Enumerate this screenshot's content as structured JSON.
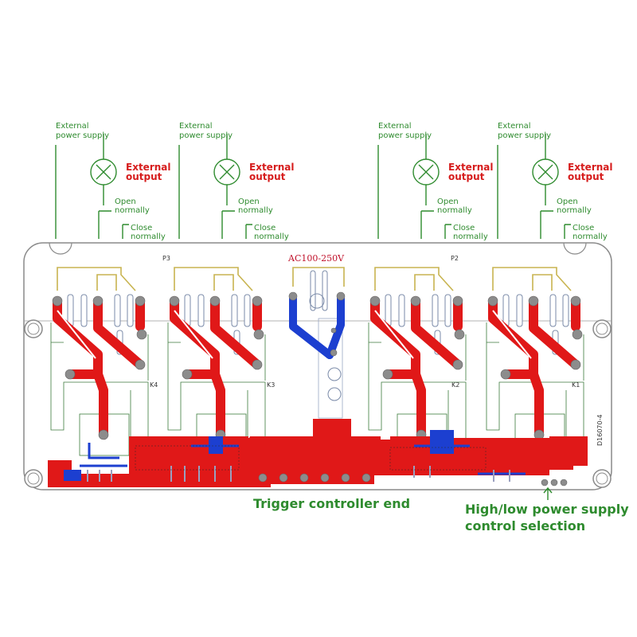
{
  "channels": [
    {
      "ext_power": [
        "External",
        "power supply"
      ],
      "ext_output": [
        "External",
        "output"
      ],
      "open": [
        "Open",
        "normally"
      ],
      "close": [
        "Close",
        "normally"
      ]
    },
    {
      "ext_power": [
        "External",
        "power supply"
      ],
      "ext_output": [
        "External",
        "output"
      ],
      "open": [
        "Open",
        "normally"
      ],
      "close": [
        "Close",
        "normally"
      ]
    },
    {
      "ext_power": [
        "External",
        "power supply"
      ],
      "ext_output": [
        "External",
        "output"
      ],
      "open": [
        "Open",
        "normally"
      ],
      "close": [
        "Close",
        "normally"
      ]
    },
    {
      "ext_power": [
        "External",
        "power supply"
      ],
      "ext_output": [
        "External",
        "output"
      ],
      "open": [
        "Open",
        "normally"
      ],
      "close": [
        "Close",
        "normally"
      ]
    }
  ],
  "board": {
    "ac_label": "AC100-250V",
    "p3": "P3",
    "p2": "P2",
    "relays": [
      "K4",
      "K3",
      "K2",
      "K1"
    ],
    "code": "D16070-4"
  },
  "bottom": {
    "trigger": "Trigger controller end",
    "highlow": [
      "High/low power supply",
      "control selection"
    ]
  },
  "colors": {
    "trace_red": "#e01818",
    "trace_blue": "#1c3fd0",
    "label_green": "#2e8b2e",
    "label_red": "#d61c1c"
  }
}
